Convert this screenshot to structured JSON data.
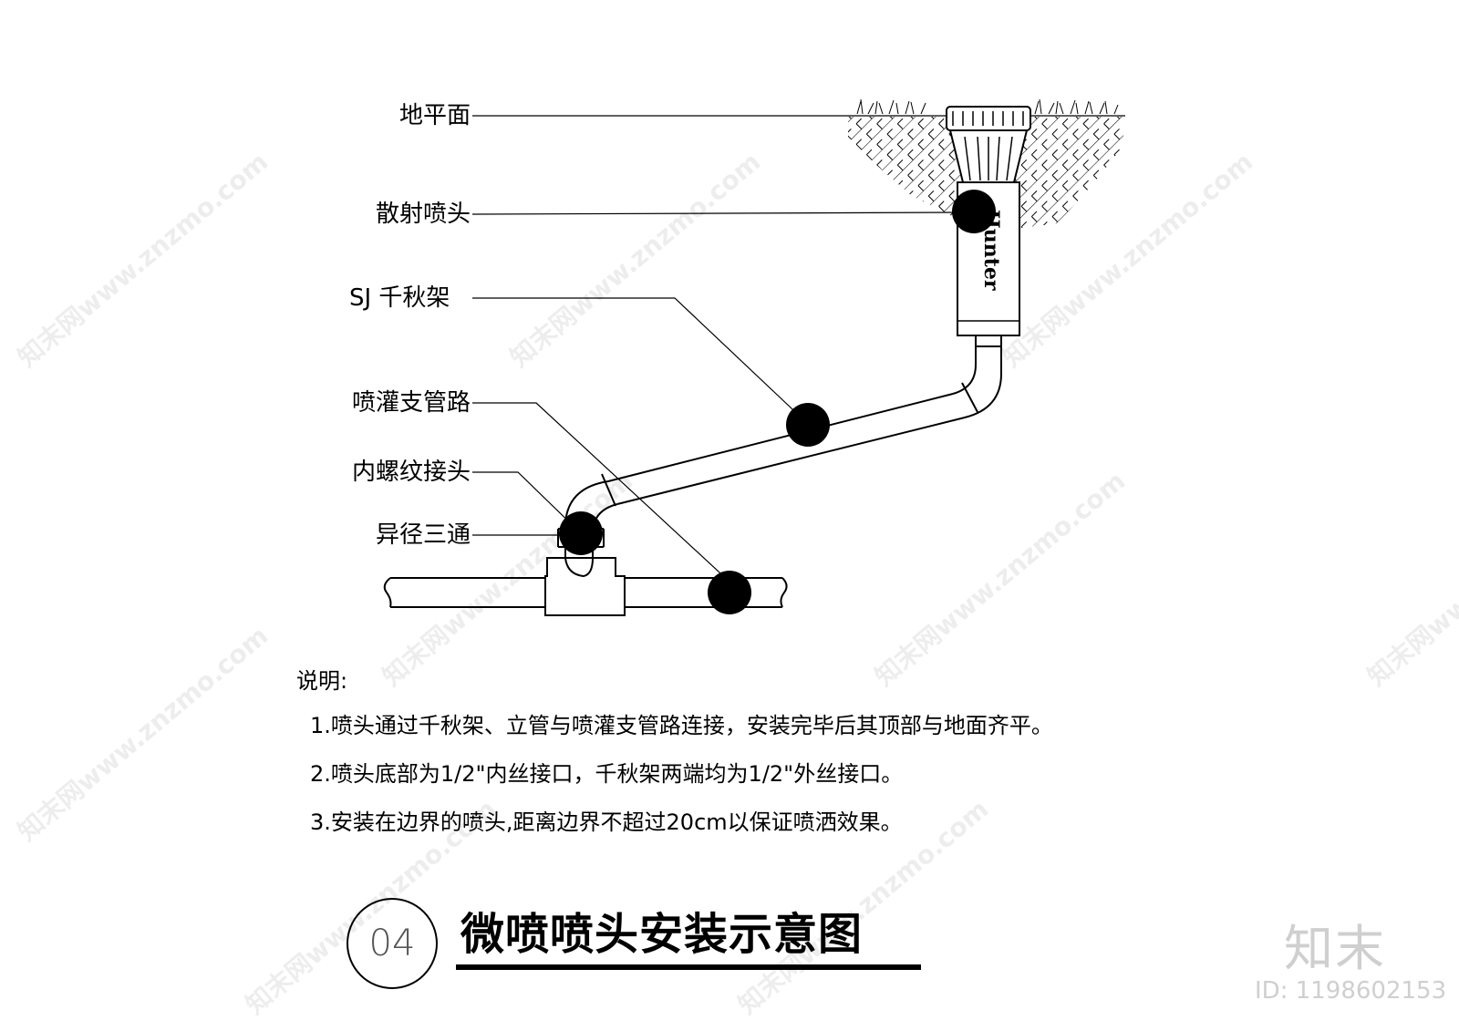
{
  "labels": {
    "ground": "地平面",
    "spray_head": "散射喷头",
    "swing_joint": "SJ 千秋架",
    "branch_pipe": "喷灌支管路",
    "female_adapter": "内螺纹接头",
    "reducing_tee": "异径三通"
  },
  "product_mark": "Hunter",
  "notes": {
    "heading": "说明:",
    "items": [
      "1.喷头通过千秋架、立管与喷灌支管路连接，安装完毕后其顶部与地面齐平。",
      "2.喷头底部为1/2\"内丝接口，千秋架两端均为1/2\"外丝接口。",
      "3.安装在边界的喷头,距离边界不超过20cm以保证喷洒效果。"
    ]
  },
  "title": {
    "number": "04",
    "text": "微喷喷头安装示意图"
  },
  "watermark": {
    "logo": "知末",
    "id": "ID: 1198602153",
    "text": "知末网www.znzmo.com"
  },
  "colors": {
    "line": "#000000",
    "watermark": "#cfcfcf"
  }
}
